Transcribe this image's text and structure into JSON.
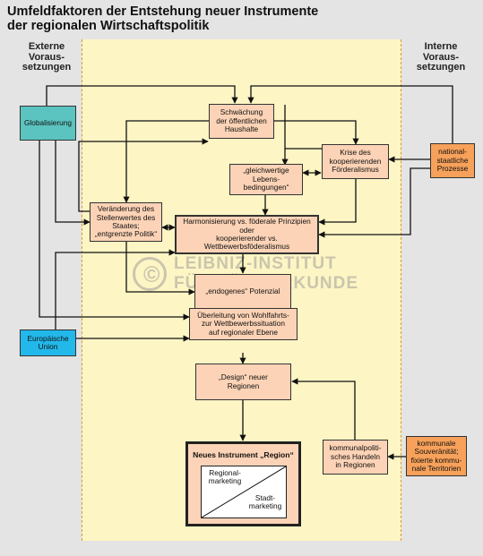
{
  "title": {
    "line1": "Umfeldfaktoren der Entstehung neuer Instrumente",
    "line2": "der regionalen Wirtschaftspolitik"
  },
  "columns": {
    "left": [
      "Externe",
      "Voraus-",
      "setzungen"
    ],
    "right": [
      "Interne",
      "Voraus-",
      "setzungen"
    ]
  },
  "boxes": {
    "globalisierung": [
      "Globalisierung"
    ],
    "eu": [
      "Europäische",
      "Union"
    ],
    "national": [
      "national-",
      "staatliche",
      "Prozesse"
    ],
    "kommunale_souv": [
      "kommunale",
      "Souveränität;",
      "fixierte kommu-",
      "nale Territorien"
    ],
    "schwaechung": [
      "Schwächung",
      "der öffentlichen",
      "Haushalte"
    ],
    "krise": [
      "Krise des",
      "kooperierenden",
      "Förderalismus"
    ],
    "gleichwertige": [
      "„gleichwertige",
      "Lebens-",
      "bedingungen“"
    ],
    "veraenderung": [
      "Veränderung des",
      "Stellenwertes des",
      "Staates;",
      "„entgrenzte Politik“"
    ],
    "harmonisierung": [
      "Harmonisierung vs. föderale Prinzipien",
      "oder",
      "kooperierender vs.",
      "Wettbewerbsföderalismus"
    ],
    "endogenes": [
      "„endogenes“ Potenzial"
    ],
    "ueberleitung": [
      "Überleitung von Wohlfahrts-",
      "zur Wettbewerbssituation",
      "auf regionaler Ebene"
    ],
    "design": [
      "„Design“ neuer",
      "Regionen"
    ],
    "kommunalpolitisch": [
      "kommunalpoliti-",
      "sches Handeln",
      "in Regionen"
    ]
  },
  "result": {
    "title": "Neues Instrument „Region“",
    "regional": [
      "Regional-",
      "marketing"
    ],
    "stadt": [
      "Stadt-",
      "marketing"
    ]
  },
  "watermark": {
    "symbol": "©",
    "line1": "LEIBNIZ-INSTITUT",
    "line2": "FÜR LÄNDERKUNDE"
  },
  "colors": {
    "background": "#e4e4e4",
    "center_band": "#fdf5c4",
    "band_border": "#d79a2a",
    "box_fill": "#fcd3b6",
    "globalisierung": "#5bc4c0",
    "eu": "#22b8ea",
    "internal": "#f7a15a"
  }
}
